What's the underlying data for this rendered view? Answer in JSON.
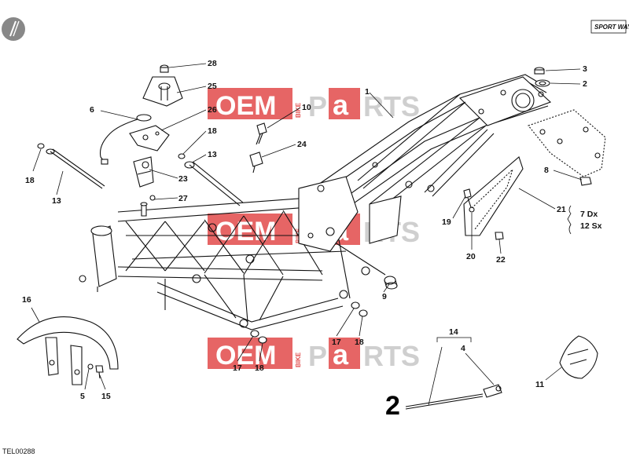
{
  "diagram": {
    "code": "TEL00288",
    "logo_text": "SPORT WAY",
    "callouts": {
      "c28": "28",
      "c25": "25",
      "c26": "26",
      "c6": "6",
      "c10": "10",
      "c1": "1",
      "c3": "3",
      "c2": "2",
      "c18a": "18",
      "c13a": "13",
      "c24": "24",
      "c18b": "18",
      "c13b": "13",
      "c23": "23",
      "c27": "27",
      "c8": "8",
      "c21": "21",
      "c19": "19",
      "c20": "20",
      "c22": "22",
      "c9": "9",
      "c16": "16",
      "c17a": "17",
      "c18c": "18",
      "c17b": "17",
      "c18d": "18",
      "c14": "14",
      "c4": "4",
      "c5": "5",
      "c15": "15",
      "c11": "11"
    },
    "side_note": {
      "line1": "7 Dx",
      "line2": "12 Sx"
    },
    "handwritten_mark": "2"
  },
  "watermark": {
    "oem": "OEM",
    "bike": "BIKE",
    "parts_p": "P",
    "parts_a": "a",
    "parts_rest": "RTS"
  },
  "colors": {
    "watermark_red": "#e24a4a",
    "watermark_gray": "#cfcfcf",
    "ink": "#111111"
  }
}
